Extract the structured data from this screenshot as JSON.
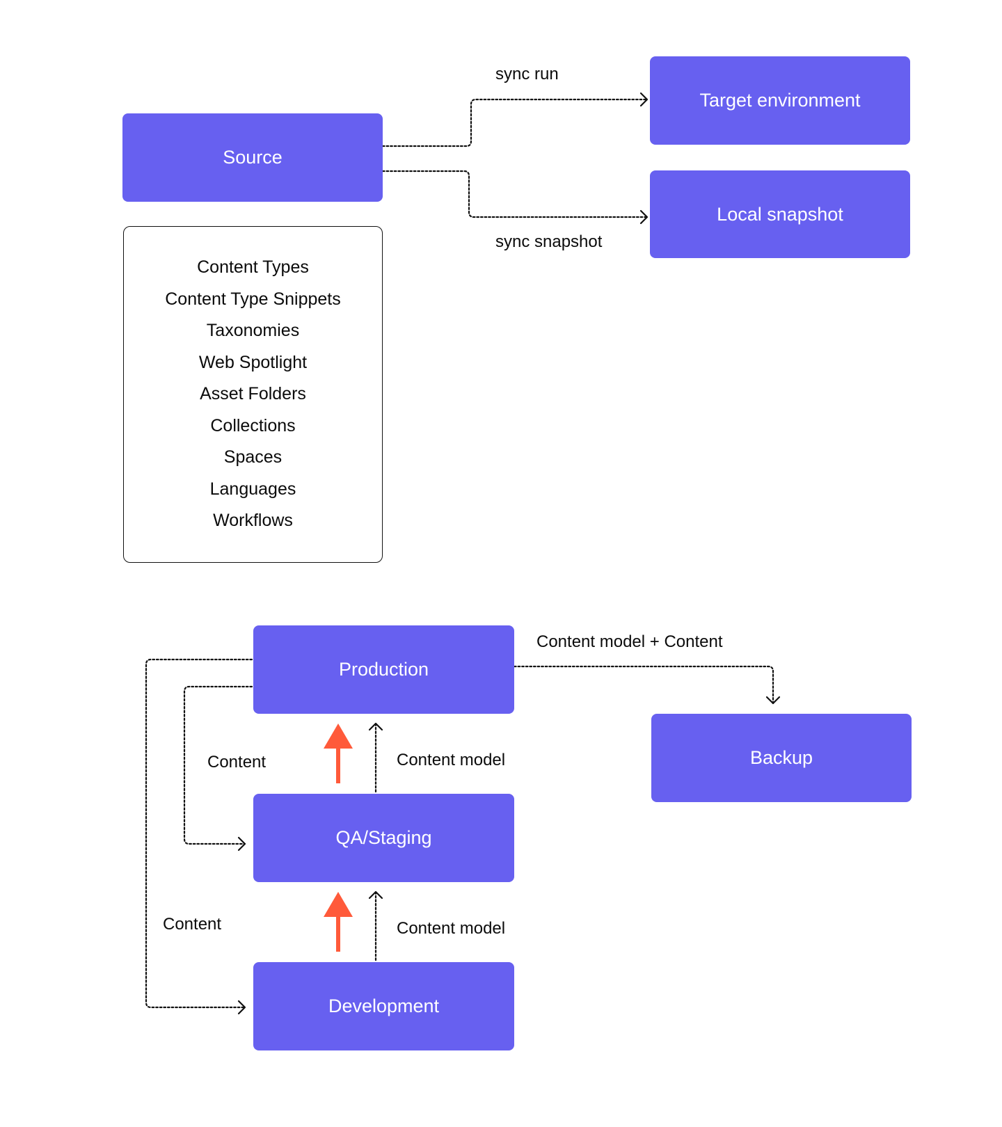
{
  "top_diagram": {
    "source": "Source",
    "target_environment": "Target environment",
    "local_snapshot": "Local snapshot",
    "edge_sync_run": "sync run",
    "edge_sync_snapshot": "sync snapshot",
    "source_contents": [
      "Content Types",
      "Content Type Snippets",
      "Taxonomies",
      "Web Spotlight",
      "Asset Folders",
      "Collections",
      "Spaces",
      "Languages",
      "Workflows"
    ]
  },
  "bottom_diagram": {
    "production": "Production",
    "qa_staging": "QA/Staging",
    "development": "Development",
    "backup": "Backup",
    "edge_backup": "Content model + Content",
    "edge_content_to_qa": "Content",
    "edge_content_to_dev": "Content",
    "edge_model_qa_to_prod": "Content model",
    "edge_model_dev_to_qa": "Content model"
  },
  "colors": {
    "node_fill": "#6760f0",
    "promotion_arrow": "#ff5a3a",
    "connector": "#111111"
  }
}
